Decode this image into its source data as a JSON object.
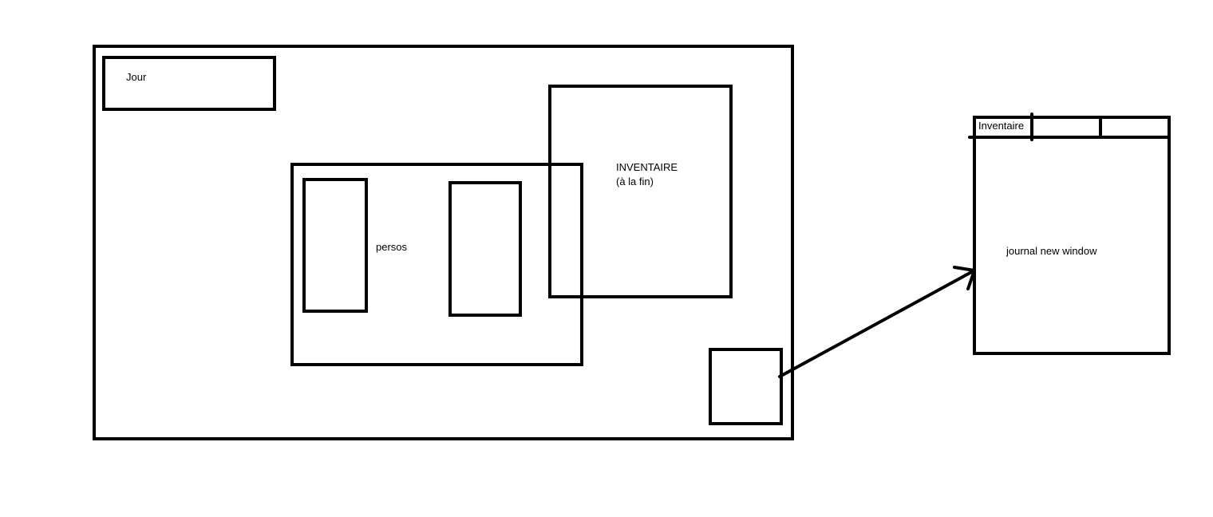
{
  "main_window": {
    "day_label": "Jour",
    "characters_label": "persos",
    "inventory_line1": "INVENTAIRE",
    "inventory_line2": "(à la fin)"
  },
  "journal_window": {
    "tab_label": "Inventaire",
    "body_label": "journal new window"
  },
  "colors": {
    "stroke": "#000000",
    "background": "#ffffff"
  }
}
